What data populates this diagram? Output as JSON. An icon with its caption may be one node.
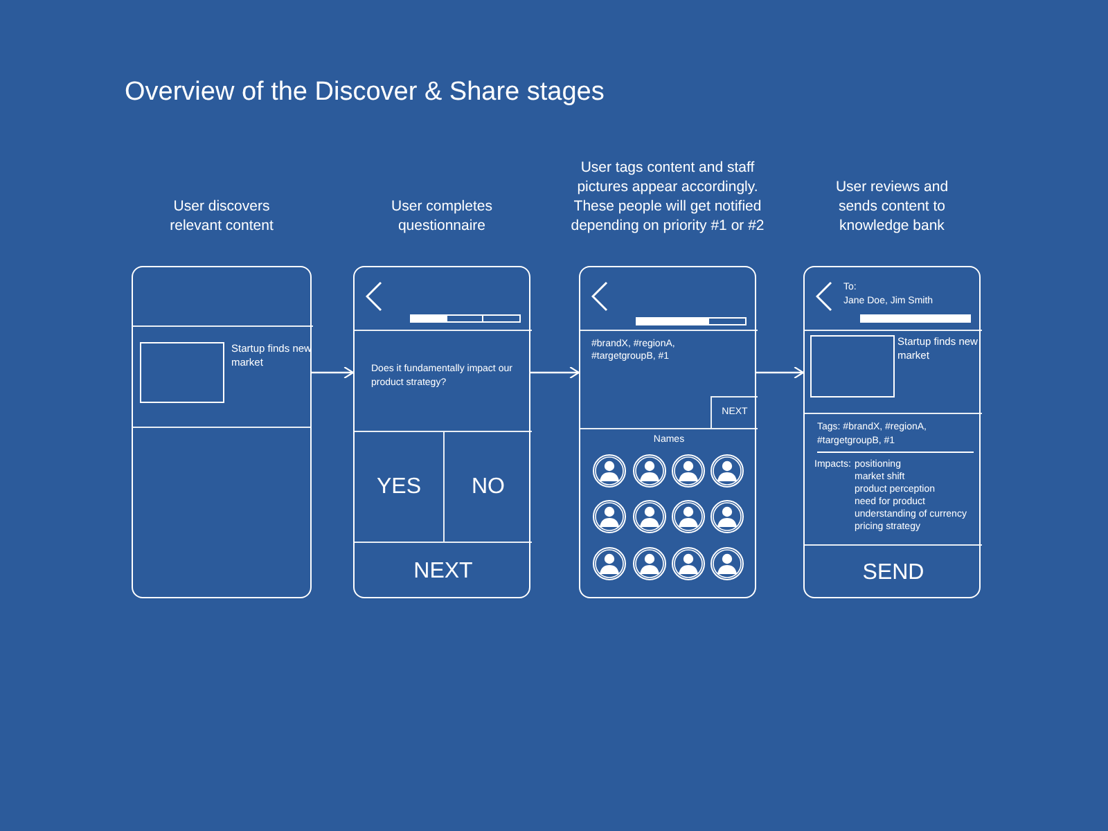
{
  "diagram": {
    "title": "Overview of the Discover & Share stages",
    "nodes": [
      {
        "text": [],
        "shape": "box",
        "beside": [
          "User discovers relevant content"
        ]
      },
      {
        "text": [
          "Startup finds new market"
        ],
        "in": 0
      },
      {
        "text": [],
        "shape": "box",
        "beside": [
          "User completes questionnaire"
        ]
      },
      {
        "text": [
          "Does it fundamentally impact our product strategy?"
        ],
        "in": 2
      },
      {
        "text": [
          "YES"
        ],
        "in": 2
      },
      {
        "text": [
          "NO"
        ],
        "in": 2
      },
      {
        "text": [
          "NEXT"
        ],
        "in": 2
      },
      {
        "text": [],
        "shape": "box",
        "beside": [
          "User tags content and staff pictures appear accordingly. These people will get notified depending on priority #1 or #2"
        ]
      },
      {
        "text": [
          "#brandX, #regionA, #targetgroupB, #1"
        ],
        "in": 7
      },
      {
        "text": [
          "NEXT"
        ],
        "in": 7
      },
      {
        "text": [
          "Names"
        ],
        "in": 7
      },
      {
        "text": [],
        "shape": "box",
        "beside": [
          "User reviews and sends content to knowledge bank"
        ]
      },
      {
        "text": [
          "To:",
          "Jane Doe, Jim Smith"
        ],
        "in": 11
      },
      {
        "text": [
          "Startup finds new market"
        ],
        "in": 11
      },
      {
        "text": [
          "Tags: #brandX, #regionA, #targetgroupB, #1",
          "Impacts:",
          "positioning",
          "market shift",
          "product perception",
          "need for product",
          "understanding of currency",
          "pricing strategy"
        ],
        "in": 11
      },
      {
        "text": [
          "SEND"
        ],
        "in": 11
      }
    ],
    "edges": [
      {
        "from": 0,
        "to": 2,
        "arrow": "to"
      },
      {
        "from": 2,
        "to": 7,
        "arrow": "to"
      },
      {
        "from": 7,
        "to": 11,
        "arrow": "to"
      }
    ]
  }
}
